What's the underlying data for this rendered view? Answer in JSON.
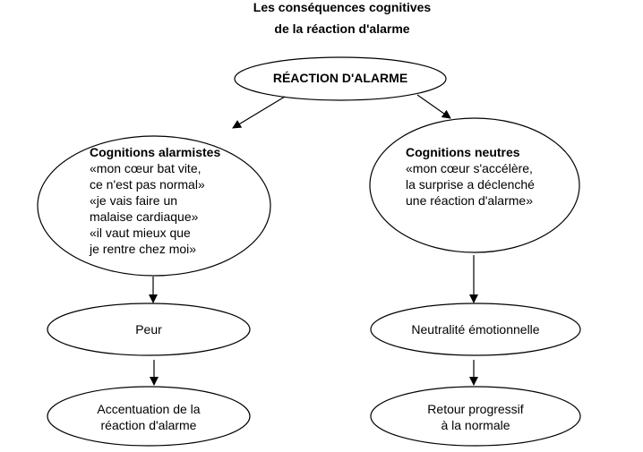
{
  "title": {
    "line1": "Les conséquences cognitives",
    "line2": "de la réaction d'alarme"
  },
  "nodes": {
    "root": {
      "label": "RÉACTION D'ALARME"
    },
    "alarmist": {
      "heading": "Cognitions alarmistes",
      "lines": [
        "«mon cœur bat vite,",
        "ce n'est pas normal»",
        "«je vais faire un",
        "malaise cardiaque»",
        "«il vaut mieux que",
        "je rentre chez moi»"
      ]
    },
    "neutral": {
      "heading": "Cognitions neutres",
      "lines": [
        "«mon cœur s'accélère,",
        "la surprise a déclenché",
        "une réaction d'alarme»"
      ]
    },
    "fear": {
      "label": "Peur"
    },
    "neutrality": {
      "label": "Neutralité émotionnelle"
    },
    "accentuation": {
      "lines": [
        "Accentuation de la",
        "réaction d'alarme"
      ]
    },
    "return": {
      "lines": [
        "Retour progressif",
        "à la normale"
      ]
    }
  }
}
